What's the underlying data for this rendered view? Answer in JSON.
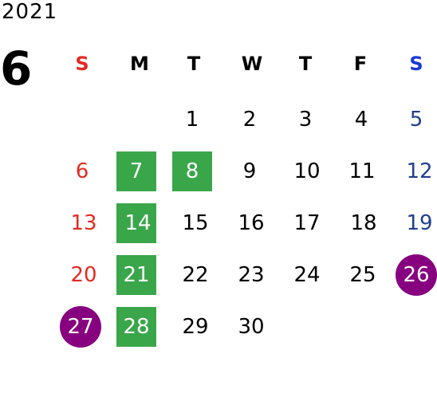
{
  "year": "2021",
  "month": "6",
  "weekdays": [
    "S",
    "M",
    "T",
    "W",
    "T",
    "F",
    "S"
  ],
  "days": {
    "d1": "1",
    "d2": "2",
    "d3": "3",
    "d4": "4",
    "d5": "5",
    "d6": "6",
    "d7": "7",
    "d8": "8",
    "d9": "9",
    "d10": "10",
    "d11": "11",
    "d12": "12",
    "d13": "13",
    "d14": "14",
    "d15": "15",
    "d16": "16",
    "d17": "17",
    "d18": "18",
    "d19": "19",
    "d20": "20",
    "d21": "21",
    "d22": "22",
    "d23": "23",
    "d24": "24",
    "d25": "25",
    "d26": "26",
    "d27": "27",
    "d28": "28",
    "d29": "29",
    "d30": "30"
  },
  "colors": {
    "sunday": "#e32a23",
    "saturday_header": "#1839d8",
    "saturday": "#1f3f8f",
    "weekday": "#000000",
    "green_mark": "#3aa64a",
    "purple_mark": "#86007f"
  },
  "marks": {
    "green_days": [
      "7",
      "8",
      "14",
      "21",
      "28"
    ],
    "purple_days": [
      "26",
      "27"
    ]
  }
}
